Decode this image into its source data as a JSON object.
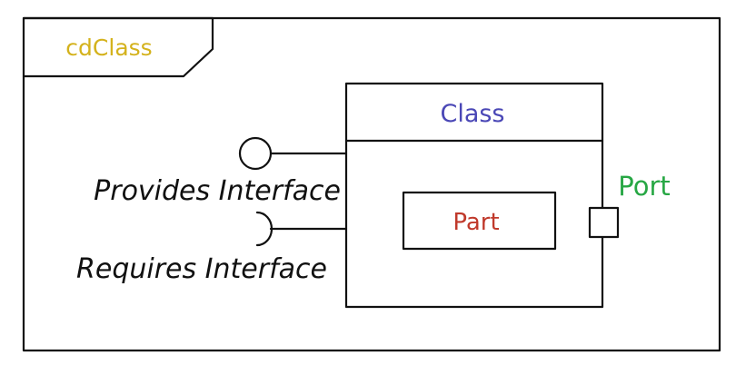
{
  "frame": {
    "name": "cdClass",
    "name_color": "#d4b21c"
  },
  "class_box": {
    "title": "Class",
    "title_color": "#4a47b6"
  },
  "part": {
    "label": "Part",
    "color": "#c0392b"
  },
  "port": {
    "label": "Port",
    "color": "#27a744"
  },
  "interfaces": {
    "provides": "Provides Interface",
    "requires": "Requires Interface"
  }
}
